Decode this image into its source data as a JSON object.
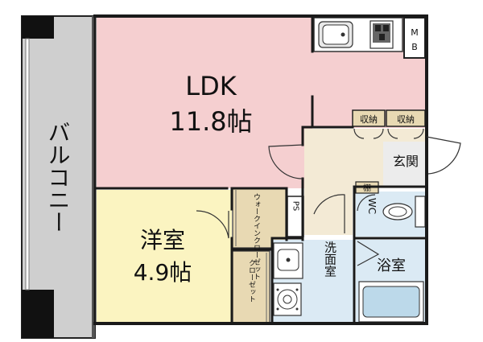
{
  "rooms": {
    "ldk": {
      "name": "LDK",
      "size": "11.8帖"
    },
    "western": {
      "name": "洋室",
      "size": "4.9帖"
    },
    "balcony": {
      "name": "バルコニー"
    },
    "genkan": {
      "name": "玄関"
    },
    "bath": {
      "name": "浴室"
    },
    "wash": {
      "name": "洗面室"
    },
    "wc": {
      "name": "WC"
    }
  },
  "storage": {
    "walkin": "ウォークインクローゼット",
    "closet": "クローゼット",
    "shuno_left": "収納",
    "shuno_right": "収納",
    "shelf": "棚",
    "ps": "PS",
    "mb": "MB"
  },
  "colors": {
    "ldk": "#f5cfd0",
    "western": "#fbf4c1",
    "wet": "#dbeaf4",
    "closet": "#e8d9b3",
    "balcony": "#cfcfcf",
    "genkan": "#f3ead5",
    "wall": "#1a1a1a"
  }
}
